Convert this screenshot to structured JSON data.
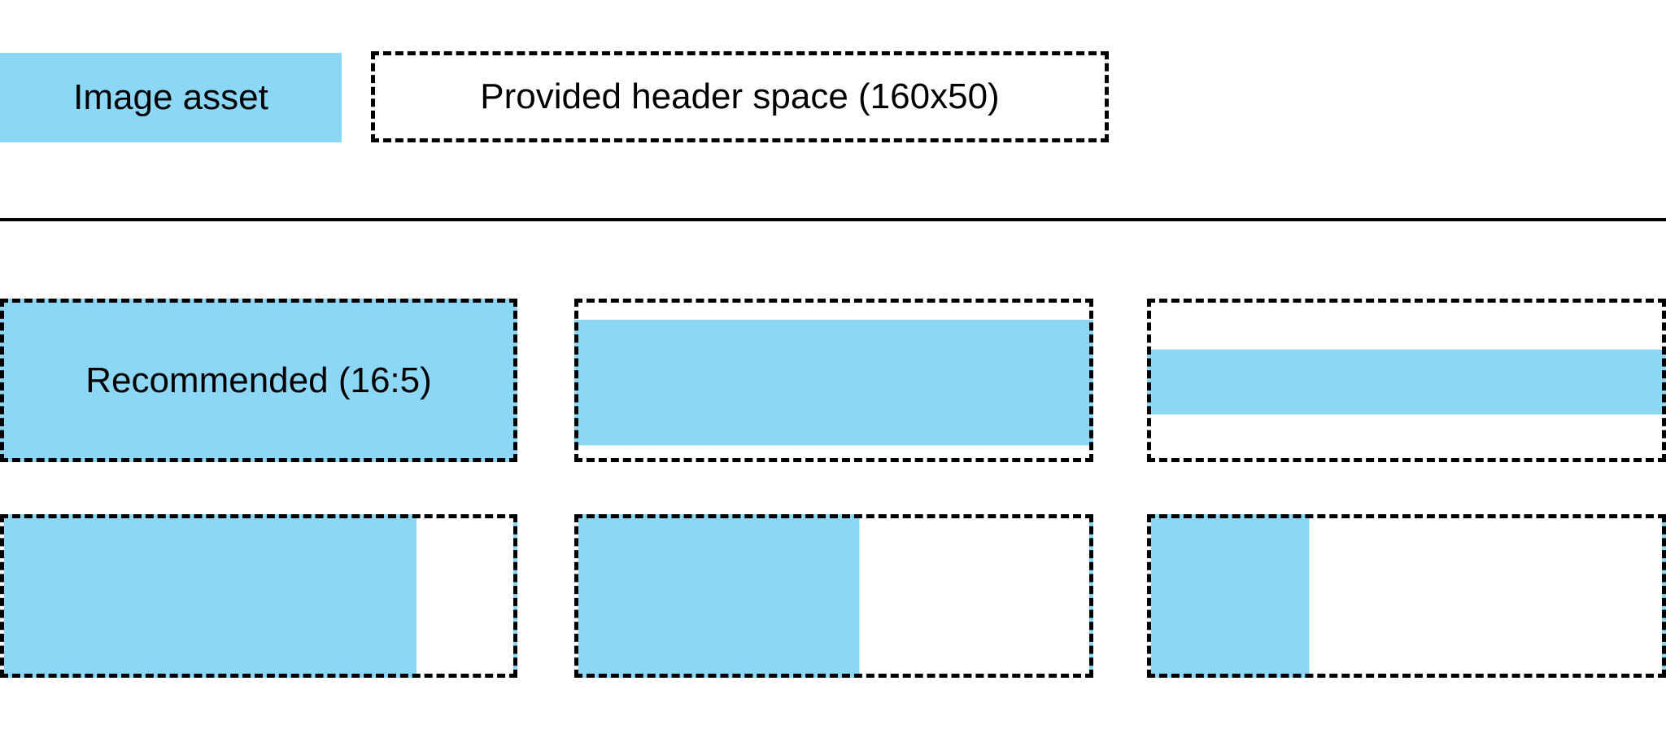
{
  "background": "#ffffff",
  "colors": {
    "asset_blue": "#8DD7F6",
    "border": "#000000",
    "divider": "#000000",
    "text": "#000000"
  },
  "legend": {
    "image_asset_label": "Image asset",
    "header_space_label": "Provided header space (160x50)"
  },
  "examples": {
    "panels": [
      {
        "row": 1,
        "position": "left",
        "label": "Recommended (16:5)",
        "fill": {
          "type": "full"
        }
      },
      {
        "row": 1,
        "position": "center",
        "label": "",
        "fill": {
          "type": "vertical-band",
          "top_pct": 11,
          "bottom_pct": 92
        }
      },
      {
        "row": 1,
        "position": "right",
        "label": "",
        "fill": {
          "type": "vertical-band",
          "top_pct": 30,
          "bottom_pct": 72
        }
      },
      {
        "row": 2,
        "position": "left",
        "label": "",
        "fill": {
          "type": "horizontal-band",
          "left_pct": 0,
          "right_pct": 81
        }
      },
      {
        "row": 2,
        "position": "center",
        "label": "",
        "fill": {
          "type": "horizontal-band",
          "left_pct": 0,
          "right_pct": 55
        }
      },
      {
        "row": 2,
        "position": "right",
        "label": "",
        "fill": {
          "type": "horizontal-band",
          "left_pct": 0,
          "right_pct": 31
        }
      }
    ]
  }
}
